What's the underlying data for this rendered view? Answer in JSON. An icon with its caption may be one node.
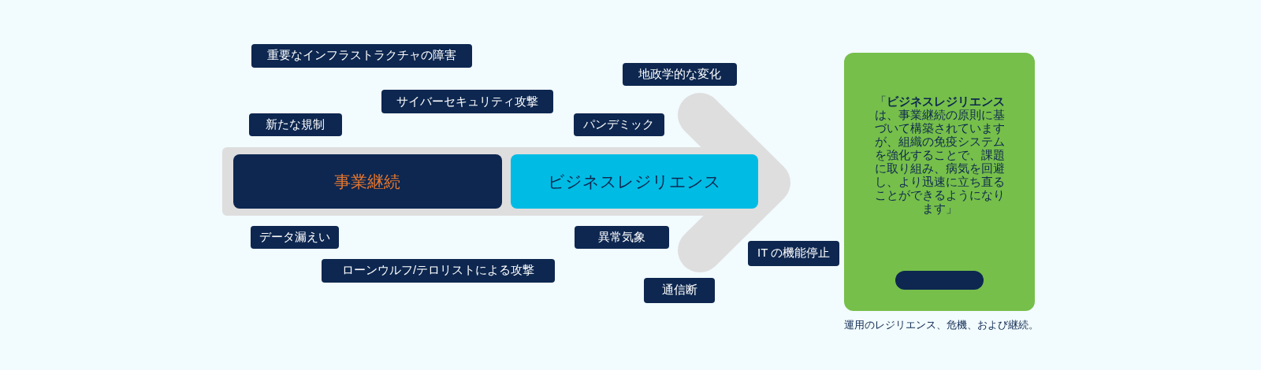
{
  "diagram": {
    "nodes": [
      {
        "text": [
          "重要なインフラストラクチャの障害"
        ]
      },
      {
        "text": [
          "地政学的な変化"
        ]
      },
      {
        "text": [
          "サイバーセキュリティ攻撃"
        ]
      },
      {
        "text": [
          "新たな規制"
        ]
      },
      {
        "text": [
          "パンデミック"
        ]
      },
      {
        "text": [
          "事業継続"
        ]
      },
      {
        "text": [
          "ビジネスレジリエンス"
        ]
      },
      {
        "text": [
          "データ漏えい"
        ]
      },
      {
        "text": [
          "異常気象"
        ]
      },
      {
        "text": [
          "IT の機能停止"
        ]
      },
      {
        "text": [
          "ローンウルフ/テロリストによる攻撃"
        ]
      },
      {
        "text": [
          "通信断"
        ]
      },
      {
        "text": [
          "「**ビジネスレジリエンス**は、事業継続の原則に基づいて構築されていますが、組織の免疫システムを強化することで、課題に取り組み、病気を回避し、より迅速に立ち直ることができるようになります」"
        ]
      },
      {
        "text": [],
        "shape": "box",
        "in": 12
      }
    ],
    "edges": [],
    "labels": [
      "運用のレジリエンス、危機、および継続。"
    ]
  }
}
